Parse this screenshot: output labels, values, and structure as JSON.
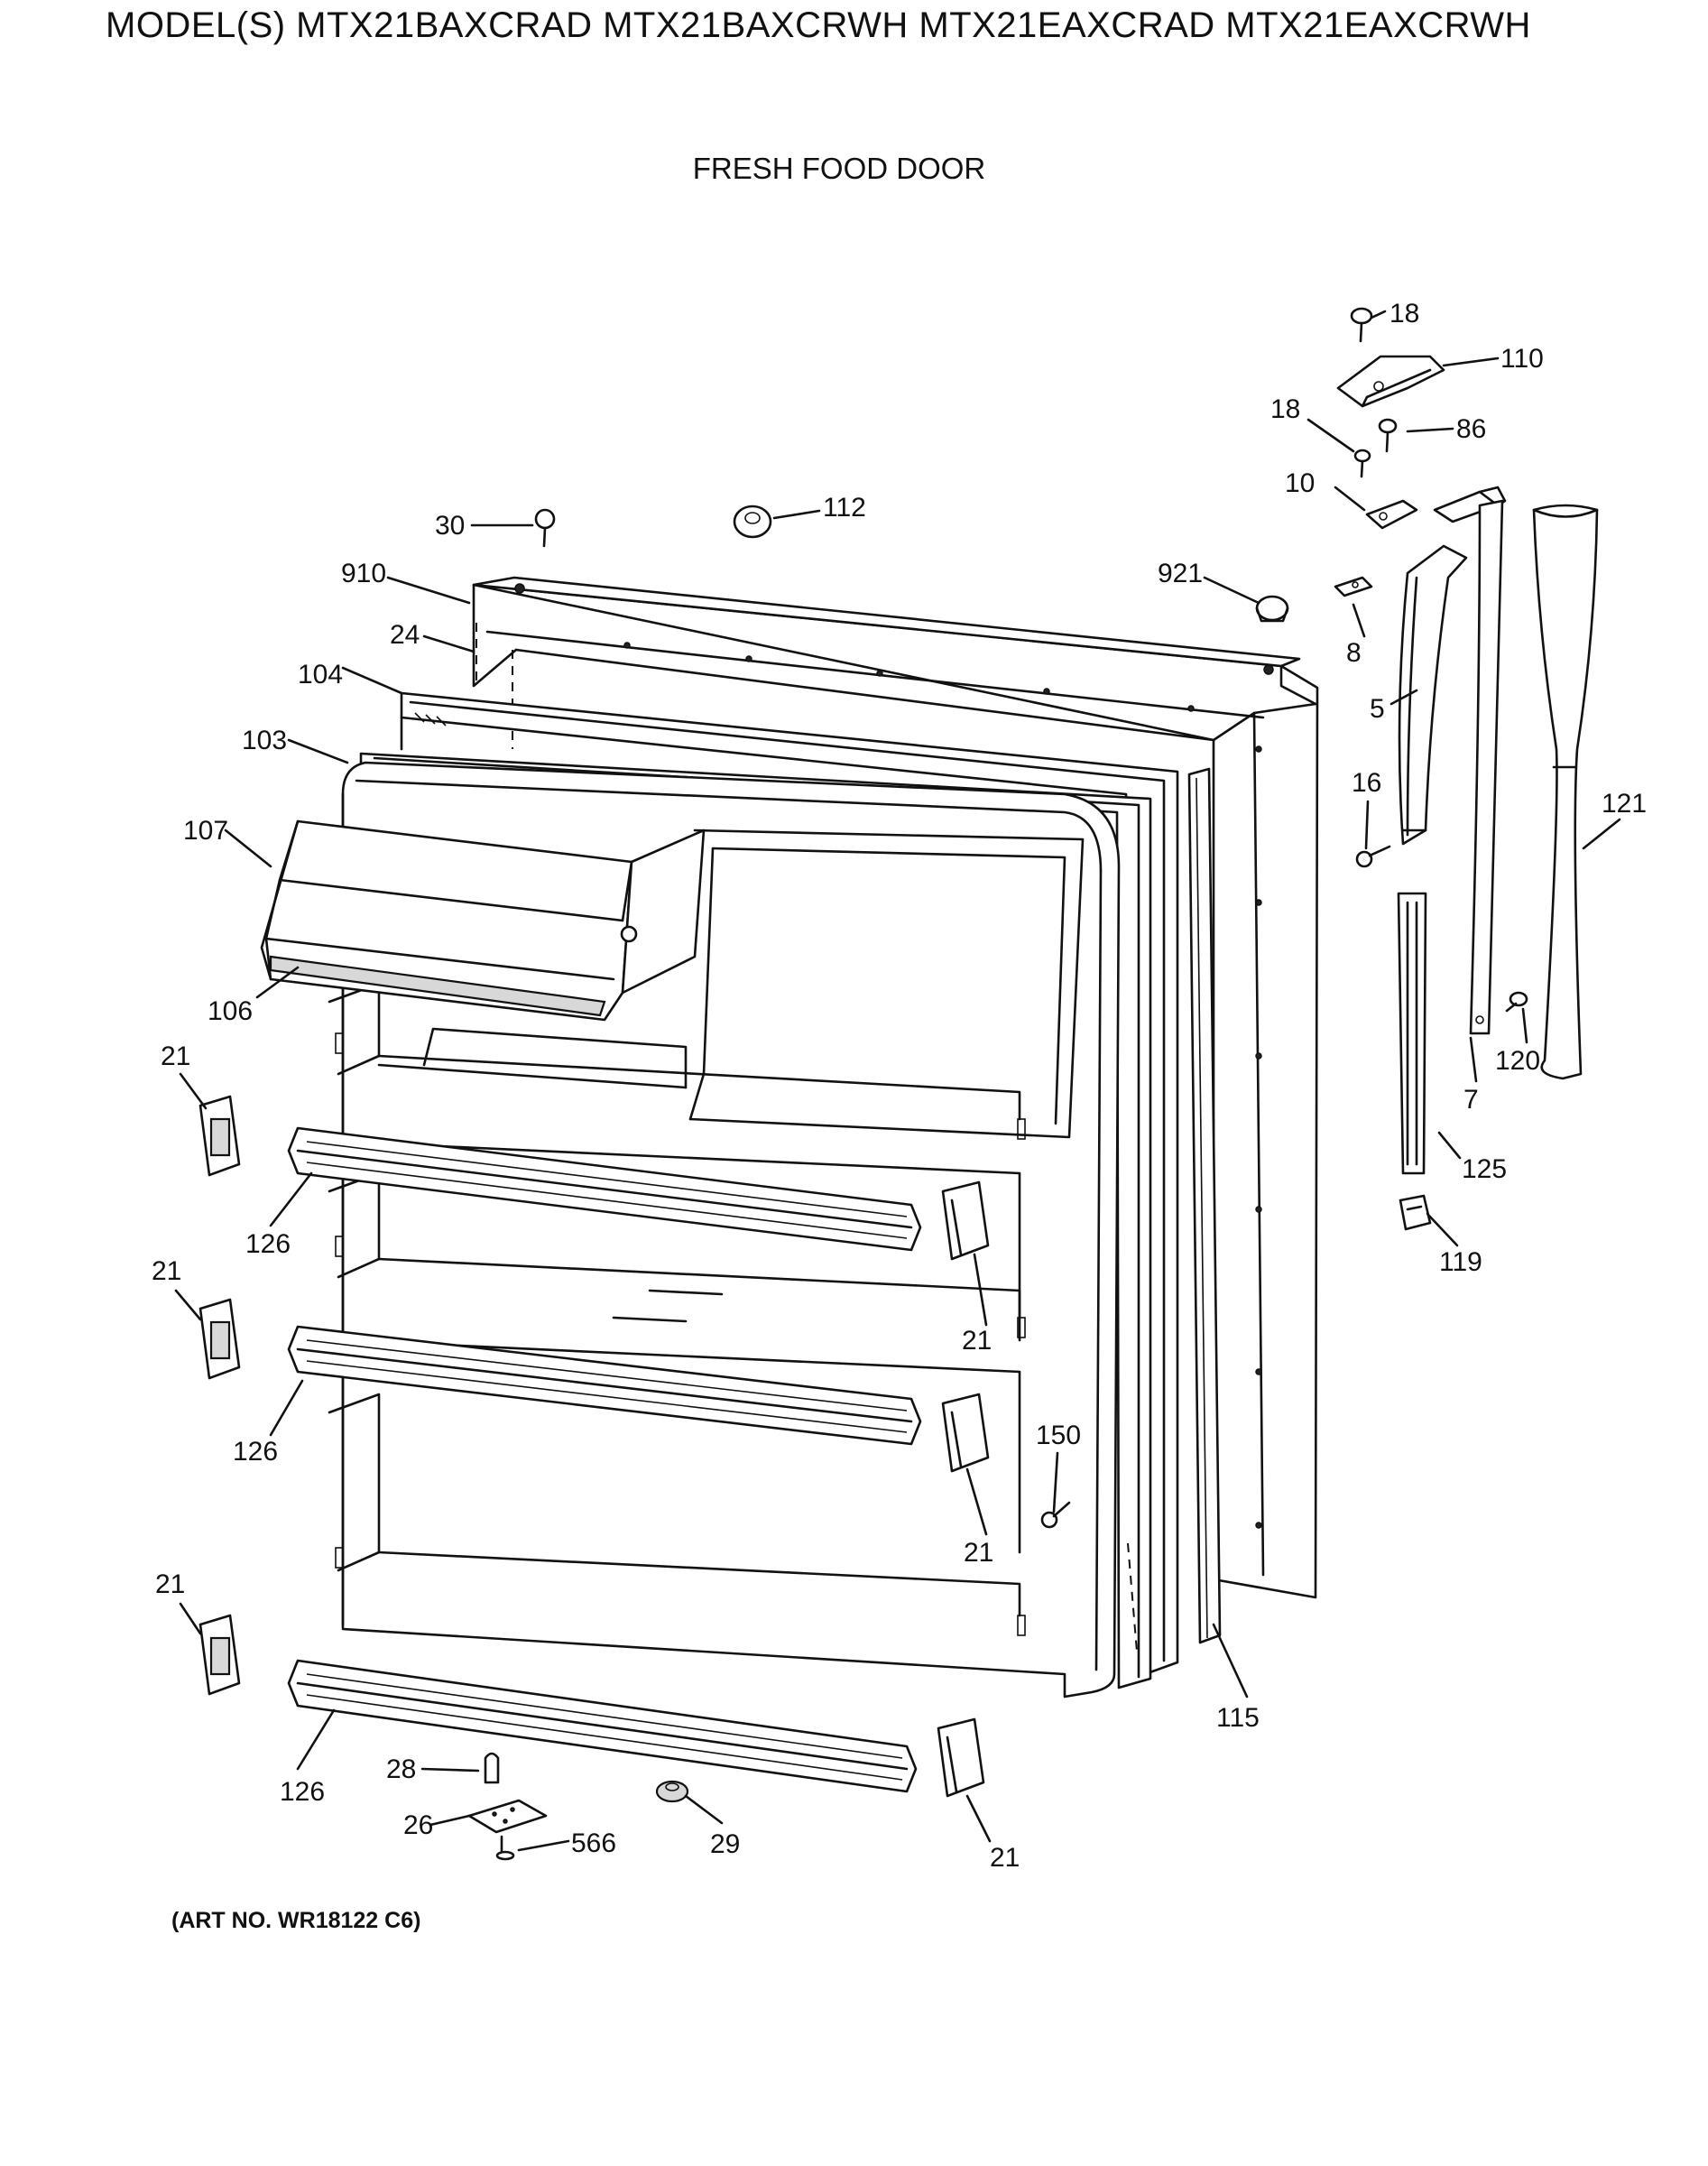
{
  "header": {
    "title": "MODEL(S) MTX21BAXCRAD  MTX21BAXCRWH  MTX21EAXCRAD  MTX21EAXCRWH"
  },
  "section": {
    "title": "FRESH FOOD DOOR"
  },
  "footer": {
    "art_no": "(ART NO. WR18122 C6)"
  },
  "callouts": [
    {
      "id": "c18a",
      "label": "18"
    },
    {
      "id": "c110",
      "label": "110"
    },
    {
      "id": "c18b",
      "label": "18"
    },
    {
      "id": "c86",
      "label": "86"
    },
    {
      "id": "c10",
      "label": "10"
    },
    {
      "id": "c30",
      "label": "30"
    },
    {
      "id": "c112",
      "label": "112"
    },
    {
      "id": "c910",
      "label": "910"
    },
    {
      "id": "c921",
      "label": "921"
    },
    {
      "id": "c24",
      "label": "24"
    },
    {
      "id": "c8",
      "label": "8"
    },
    {
      "id": "c104",
      "label": "104"
    },
    {
      "id": "c5",
      "label": "5"
    },
    {
      "id": "c103",
      "label": "103"
    },
    {
      "id": "c16",
      "label": "16"
    },
    {
      "id": "c121",
      "label": "121"
    },
    {
      "id": "c107",
      "label": "107"
    },
    {
      "id": "c106",
      "label": "106"
    },
    {
      "id": "c120",
      "label": "120"
    },
    {
      "id": "c7",
      "label": "7"
    },
    {
      "id": "c21a",
      "label": "21"
    },
    {
      "id": "c125",
      "label": "125"
    },
    {
      "id": "c126a",
      "label": "126"
    },
    {
      "id": "c119",
      "label": "119"
    },
    {
      "id": "c21b",
      "label": "21"
    },
    {
      "id": "c21c",
      "label": "21"
    },
    {
      "id": "c126b",
      "label": "126"
    },
    {
      "id": "c150",
      "label": "150"
    },
    {
      "id": "c21d",
      "label": "21"
    },
    {
      "id": "c21e",
      "label": "21"
    },
    {
      "id": "c115",
      "label": "115"
    },
    {
      "id": "c28",
      "label": "28"
    },
    {
      "id": "c126c",
      "label": "126"
    },
    {
      "id": "c26",
      "label": "26"
    },
    {
      "id": "c29",
      "label": "29"
    },
    {
      "id": "c566",
      "label": "566"
    },
    {
      "id": "c21f",
      "label": "21"
    }
  ]
}
